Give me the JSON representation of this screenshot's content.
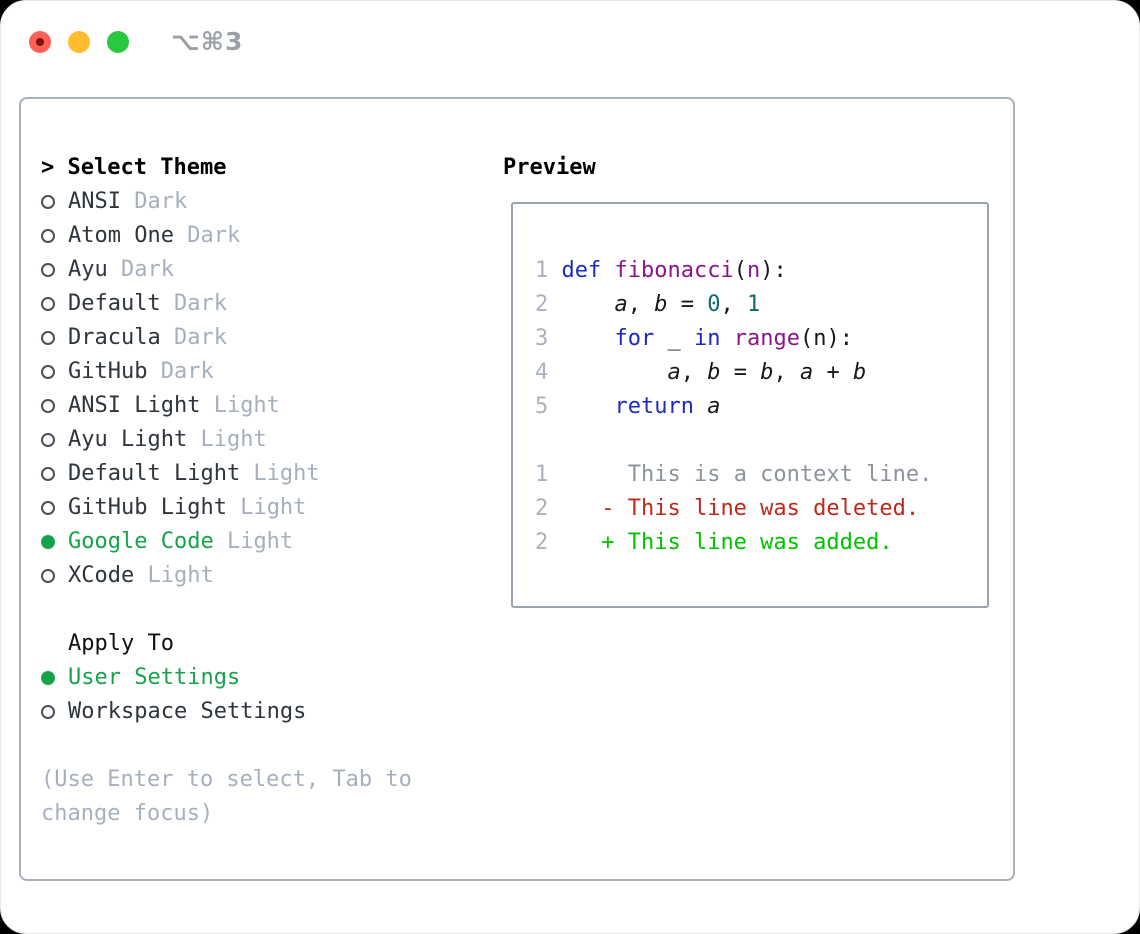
{
  "window": {
    "title": "⌥⌘3",
    "traffic_lights": [
      "close",
      "minimize",
      "zoom"
    ]
  },
  "colors": {
    "accent_green": "#16a34a",
    "diff_added_green": "#00c200",
    "diff_deleted_red": "#c0281a",
    "keyword_blue": "#1b2ac0",
    "function_purple": "#8c148c",
    "literal_teal": "#0b6b6b",
    "muted_gray": "#a6b0bd"
  },
  "theme_list": {
    "header_prefix": ">",
    "header": "Select Theme",
    "items": [
      {
        "name": "ANSI",
        "variant": "Dark",
        "selected": false
      },
      {
        "name": "Atom One",
        "variant": "Dark",
        "selected": false
      },
      {
        "name": "Ayu",
        "variant": "Dark",
        "selected": false
      },
      {
        "name": "Default",
        "variant": "Dark",
        "selected": false
      },
      {
        "name": "Dracula",
        "variant": "Dark",
        "selected": false
      },
      {
        "name": "GitHub",
        "variant": "Dark",
        "selected": false
      },
      {
        "name": "ANSI Light",
        "variant": "Light",
        "selected": false
      },
      {
        "name": "Ayu Light",
        "variant": "Light",
        "selected": false
      },
      {
        "name": "Default Light",
        "variant": "Light",
        "selected": false
      },
      {
        "name": "GitHub Light",
        "variant": "Light",
        "selected": false
      },
      {
        "name": "Google Code",
        "variant": "Light",
        "selected": true
      },
      {
        "name": "XCode",
        "variant": "Light",
        "selected": false
      }
    ]
  },
  "apply_to": {
    "header": "Apply To",
    "options": [
      {
        "label": "User Settings",
        "selected": true
      },
      {
        "label": "Workspace Settings",
        "selected": false
      }
    ]
  },
  "help_lines": [
    "(Use Enter to select, Tab to",
    "change focus)"
  ],
  "preview": {
    "header": "Preview",
    "code_lines": [
      [
        {
          "t": "1 ",
          "c": "ln"
        },
        {
          "t": "def ",
          "c": "kw"
        },
        {
          "t": "fibonacci",
          "c": "fn"
        },
        {
          "t": "(",
          "c": "pl"
        },
        {
          "t": "n",
          "c": "fn"
        },
        {
          "t": "):",
          "c": "pl"
        }
      ],
      [
        {
          "t": "2",
          "c": "ln"
        },
        {
          "t": "     ",
          "c": "pl"
        },
        {
          "t": "a",
          "c": "var"
        },
        {
          "t": ", ",
          "c": "pl"
        },
        {
          "t": "b",
          "c": "var"
        },
        {
          "t": " = ",
          "c": "pl"
        },
        {
          "t": "0",
          "c": "lit"
        },
        {
          "t": ", ",
          "c": "pl"
        },
        {
          "t": "1",
          "c": "lit"
        }
      ],
      [
        {
          "t": "3",
          "c": "ln"
        },
        {
          "t": "     ",
          "c": "pl"
        },
        {
          "t": "for ",
          "c": "kw"
        },
        {
          "t": "_ ",
          "c": "pl"
        },
        {
          "t": "in ",
          "c": "kw"
        },
        {
          "t": "range",
          "c": "fn"
        },
        {
          "t": "(n):",
          "c": "pl"
        }
      ],
      [
        {
          "t": "4",
          "c": "ln"
        },
        {
          "t": "         ",
          "c": "pl"
        },
        {
          "t": "a",
          "c": "var"
        },
        {
          "t": ", ",
          "c": "pl"
        },
        {
          "t": "b",
          "c": "var"
        },
        {
          "t": " = ",
          "c": "pl"
        },
        {
          "t": "b",
          "c": "var"
        },
        {
          "t": ", ",
          "c": "pl"
        },
        {
          "t": "a",
          "c": "var"
        },
        {
          "t": " + ",
          "c": "pl"
        },
        {
          "t": "b",
          "c": "var"
        }
      ],
      [
        {
          "t": "5",
          "c": "ln"
        },
        {
          "t": "     ",
          "c": "pl"
        },
        {
          "t": "return ",
          "c": "kw"
        },
        {
          "t": "a",
          "c": "var"
        }
      ]
    ],
    "diff_lines": [
      [
        {
          "t": "1",
          "c": "ln"
        },
        {
          "t": "      ",
          "c": "pl"
        },
        {
          "t": "This is a context line.",
          "c": "ctx"
        }
      ],
      [
        {
          "t": "2",
          "c": "ln"
        },
        {
          "t": "    ",
          "c": "pl"
        },
        {
          "t": "- This line was deleted.",
          "c": "del"
        }
      ],
      [
        {
          "t": "2",
          "c": "ln"
        },
        {
          "t": "    ",
          "c": "pl"
        },
        {
          "t": "+ This line was added.",
          "c": "add"
        }
      ]
    ]
  }
}
